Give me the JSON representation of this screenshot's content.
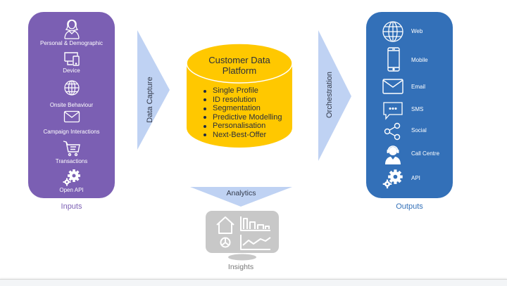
{
  "inputs": {
    "caption": "Inputs",
    "items": [
      {
        "label": "Personal & Demographic",
        "icon": "person-icon"
      },
      {
        "label": "Device",
        "icon": "devices-icon"
      },
      {
        "label": "Onsite Behaviour",
        "icon": "globe-icon"
      },
      {
        "label": "Campaign Interactions",
        "icon": "envelope-icon"
      },
      {
        "label": "Transactions",
        "icon": "shopping-cart-icon"
      },
      {
        "label": "Open API",
        "icon": "gears-icon"
      }
    ],
    "color": "#7b5fb3"
  },
  "arrows": {
    "data_capture": "Data Capture",
    "orchestration": "Orchestration",
    "analytics": "Analytics",
    "color": "#bfd2f3"
  },
  "cdp": {
    "title_line1": "Customer Data",
    "title_line2": "Platform",
    "features": [
      "Single Profile",
      "ID resolution",
      "Segmentation",
      "Predictive Modelling",
      "Personalisation",
      "Next-Best-Offer"
    ],
    "color": "#ffc800"
  },
  "outputs": {
    "caption": "Outputs",
    "items": [
      {
        "label": "Web",
        "icon": "globe-icon"
      },
      {
        "label": "Mobile",
        "icon": "smartphone-icon"
      },
      {
        "label": "Email",
        "icon": "envelope-icon"
      },
      {
        "label": "SMS",
        "icon": "chat-bubble-icon"
      },
      {
        "label": "Social",
        "icon": "share-icon"
      },
      {
        "label": "Call Centre",
        "icon": "headset-agent-icon"
      },
      {
        "label": "API",
        "icon": "gears-icon"
      }
    ],
    "color": "#3370b8"
  },
  "insights": {
    "label": "Insights",
    "icon": "dashboard-monitor-icon",
    "color": "#c8c8c8"
  }
}
